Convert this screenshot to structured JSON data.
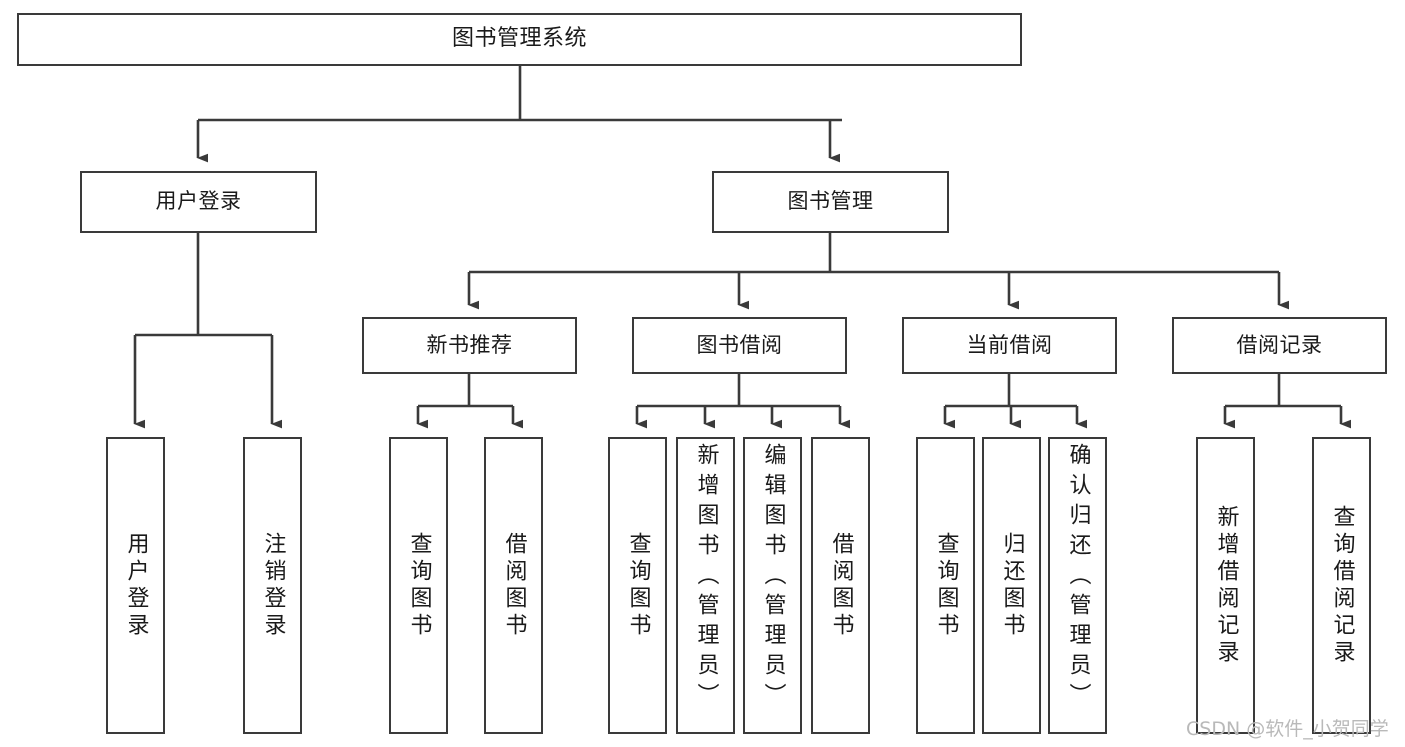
{
  "diagram": {
    "title": "图书管理系统",
    "type": "tree-hierarchy-chart",
    "orientation": "top-down",
    "colors": {
      "box_border": "#3a3a3a",
      "box_fill": "#ffffff",
      "connector": "#3a3a3a",
      "text": "#1a1a1a",
      "watermark": "#b9b9b9",
      "background": "#ffffff"
    }
  },
  "nodes": {
    "root": {
      "label": "图书管理系统"
    },
    "level1": [
      {
        "label": "用户登录"
      },
      {
        "label": "图书管理"
      }
    ],
    "level2": [
      {
        "label": "新书推荐"
      },
      {
        "label": "图书借阅"
      },
      {
        "label": "当前借阅"
      },
      {
        "label": "借阅记录"
      }
    ],
    "leaves": {
      "user_login": [
        {
          "label": "用户登录"
        },
        {
          "label": "注销登录"
        }
      ],
      "new_book_recommend": [
        {
          "label": "查询图书"
        },
        {
          "label": "借阅图书"
        }
      ],
      "book_borrow": [
        {
          "label": "查询图书"
        },
        {
          "label": "新增图书（管理员）"
        },
        {
          "label": "编辑图书（管理员）"
        },
        {
          "label": "借阅图书"
        }
      ],
      "current_borrow": [
        {
          "label": "查询图书"
        },
        {
          "label": "归还图书"
        },
        {
          "label": "确认归还（管理员）"
        }
      ],
      "borrow_record": [
        {
          "label": "新增借阅记录"
        },
        {
          "label": "查询借阅记录"
        }
      ]
    }
  },
  "watermark": {
    "text": "CSDN @软件_小贺同学"
  }
}
